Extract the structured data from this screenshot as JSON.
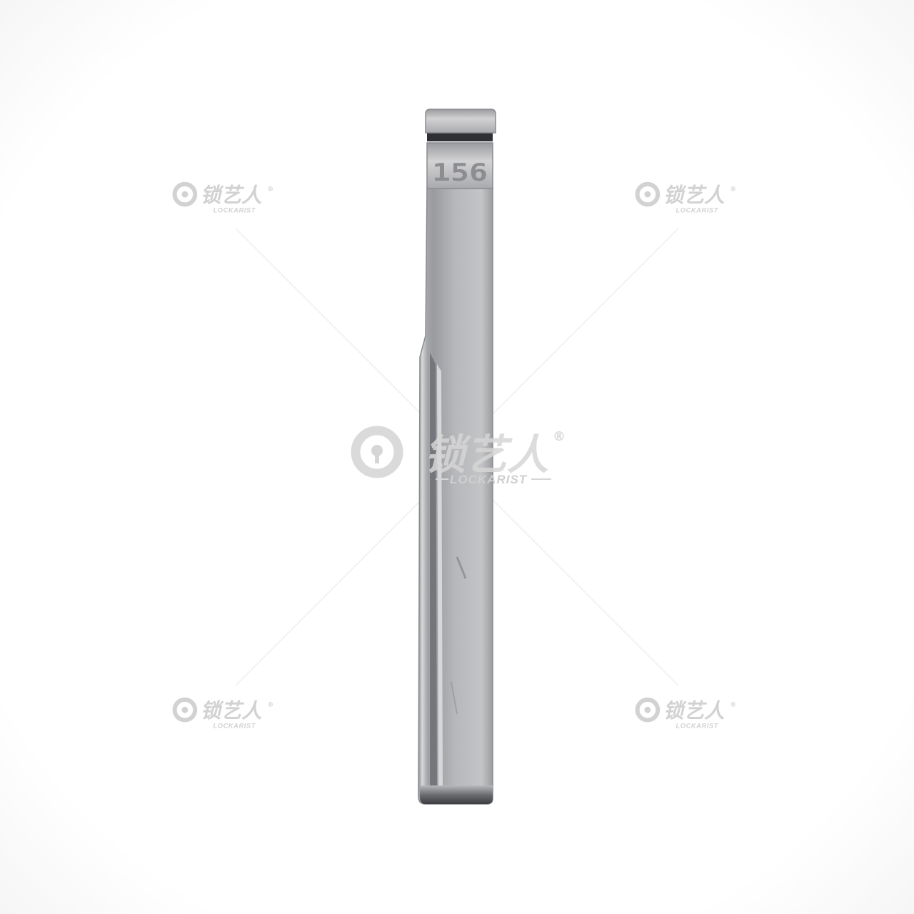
{
  "product": {
    "name": "Key blade",
    "stamp_number": "156",
    "material_color": "#b9b9bb"
  },
  "watermark": {
    "brand_cn": "锁艺人",
    "brand_en": "LOCKARIST",
    "registered": "®",
    "color": "#d4d4d4"
  },
  "background_color": "#ffffff"
}
